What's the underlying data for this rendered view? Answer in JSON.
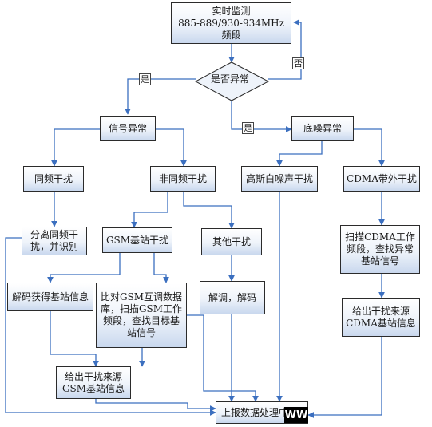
{
  "nodes": {
    "realtime": [
      "实时监测",
      "885-889/930-934MHz频段"
    ],
    "decision": "是否异常",
    "signal": "信号异常",
    "floor": "底噪异常",
    "cochannel": "同频干扰",
    "nonco": "非同频干扰",
    "gauss": "高斯白噪声干扰",
    "cdma_oob": "CDMA带外干扰",
    "separate": [
      "分离同频干",
      "扰，并识别"
    ],
    "gsm_bs": "GSM基站干扰",
    "other": "其他干扰",
    "scan_cdma": [
      "扫描CDMA工作",
      "频段，查找异常",
      "基站信号"
    ],
    "decode_bs": "解码获得基站信息",
    "compare_gsm": [
      "比对GSM互调数据",
      "库，扫描GSM工作",
      "频段，查找目标基",
      "站信号"
    ],
    "demod": "解调，解码",
    "give_cdma": [
      "给出干扰来源",
      "CDMA基站信息"
    ],
    "give_gsm": [
      "给出干扰来源",
      "GSM基站信息"
    ],
    "report": "上报数据处理中"
  },
  "labels": {
    "yes_left": "是",
    "yes_right": "是",
    "no": "否"
  },
  "watermark": "WW",
  "colors": {
    "arrow": "#3b6fbf",
    "border": "#2b2b2b"
  }
}
